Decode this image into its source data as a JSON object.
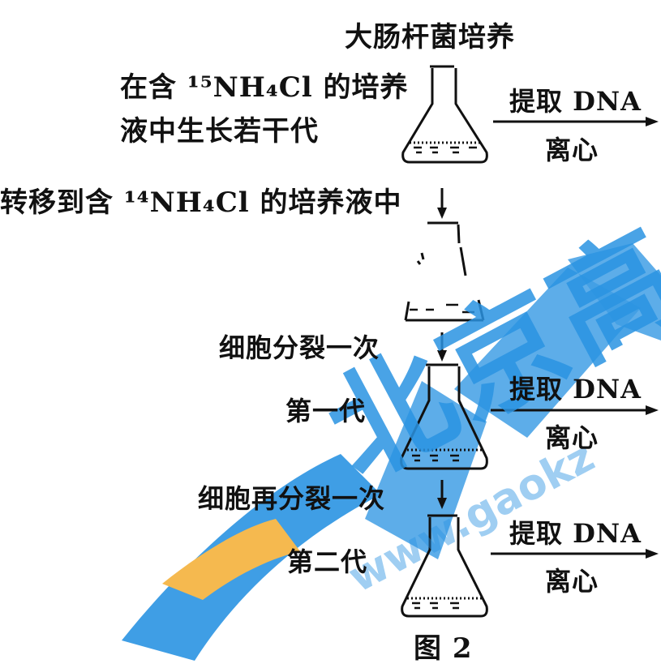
{
  "diagram": {
    "title": "大肠杆菌培养",
    "culture_step": {
      "line1": "在含 ¹⁵NH₄Cl 的培养",
      "line2": "液中生长若干代"
    },
    "transfer_step": "转移到含 ¹⁴NH₄Cl 的培养液中",
    "division_once": "细胞分裂一次",
    "division_again": "细胞再分裂一次",
    "generation_1": "第一代",
    "generation_2": "第二代",
    "extract_label": "提取 DNA",
    "centrifuge_label": "离心",
    "caption": "图 2"
  },
  "watermark": {
    "text_main": "北京高考",
    "text_url": "www.gaokz",
    "color_blue": "#1e8fe0",
    "color_orange": "#f4b23c"
  }
}
